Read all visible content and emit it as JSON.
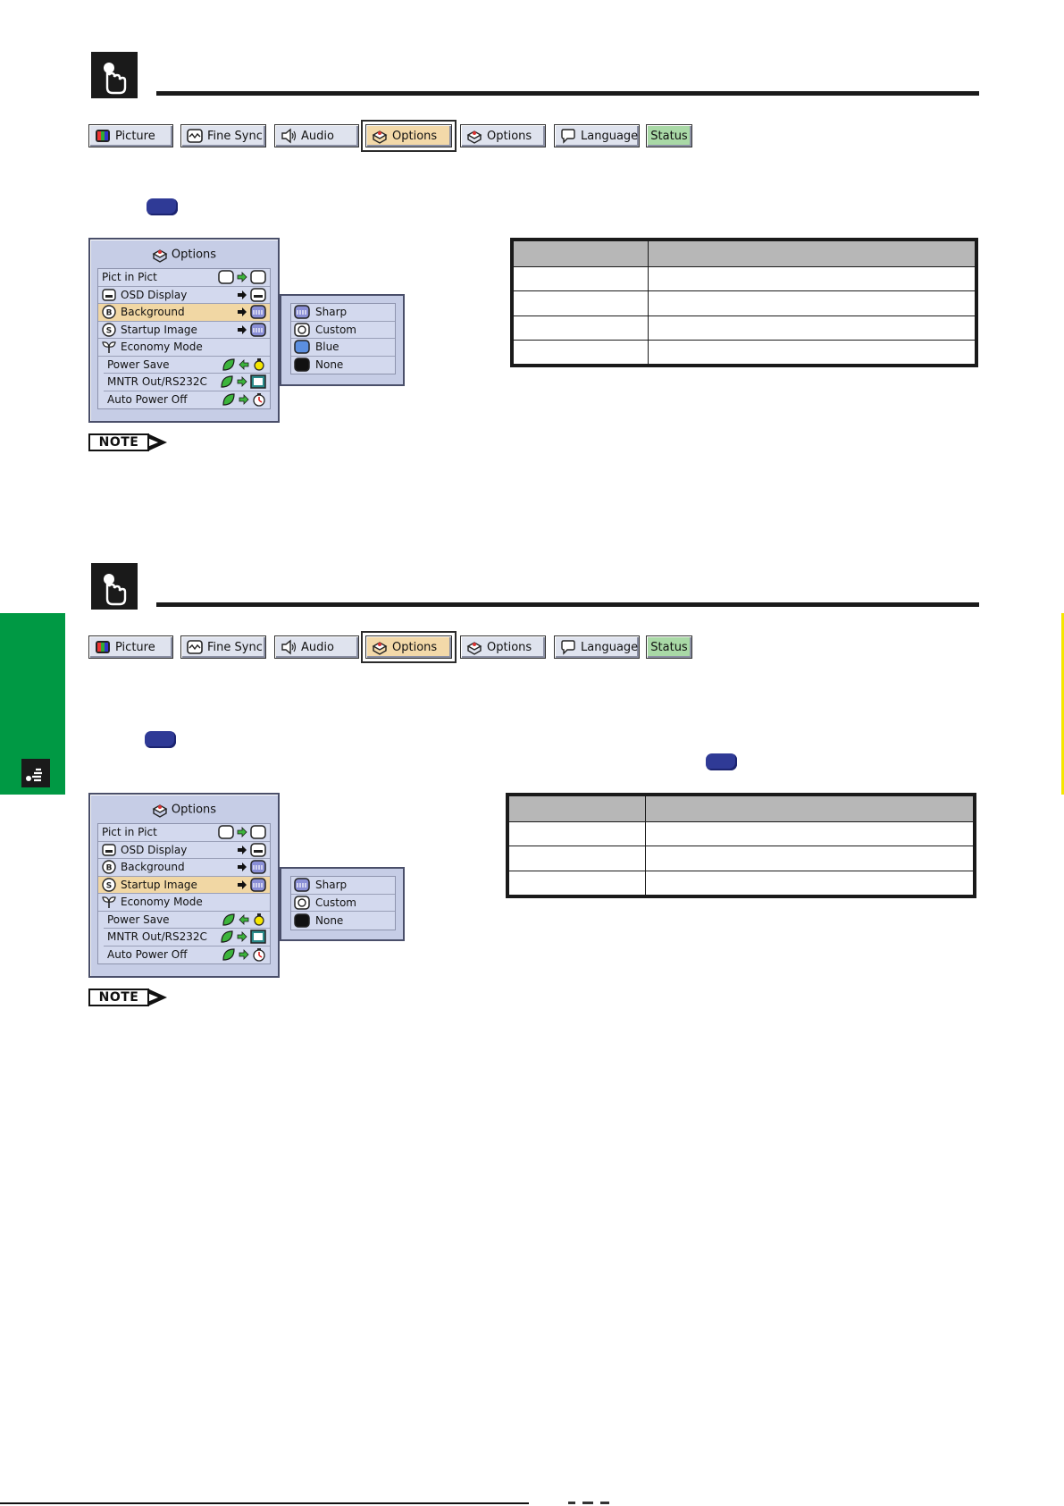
{
  "tabs": [
    {
      "label": "Picture",
      "icon": "picture-icon"
    },
    {
      "label": "Fine Sync",
      "icon": "fine-sync-icon"
    },
    {
      "label": "Audio",
      "icon": "speaker-icon"
    },
    {
      "label": "Options",
      "icon": "options-icon",
      "active": true
    },
    {
      "label": "Options",
      "icon": "options-icon"
    },
    {
      "label": "Language",
      "icon": "speech-bubble-icon"
    },
    {
      "label": "Status",
      "icon": ""
    }
  ],
  "osd": {
    "title": "Options",
    "items": [
      {
        "label": "Pict in Pict"
      },
      {
        "label": "OSD Display"
      },
      {
        "label": "Background"
      },
      {
        "label": "Startup Image"
      },
      {
        "label": "Economy Mode"
      },
      {
        "label": "Power Save"
      },
      {
        "label": "MNTR Out/RS232C"
      },
      {
        "label": "Auto Power Off"
      }
    ]
  },
  "section1": {
    "selected_item": "Background",
    "submenu": [
      "Sharp",
      "Custom",
      "Blue",
      "None"
    ]
  },
  "section2": {
    "selected_item": "Startup Image",
    "submenu": [
      "Sharp",
      "Custom",
      "None"
    ]
  },
  "note_label": "NOTE",
  "colors": {
    "accent_green": "#009944",
    "step_button_blue": "#2f3a96",
    "selected_row": "#f1d7a4",
    "menu_bg": "#c6cde6"
  }
}
